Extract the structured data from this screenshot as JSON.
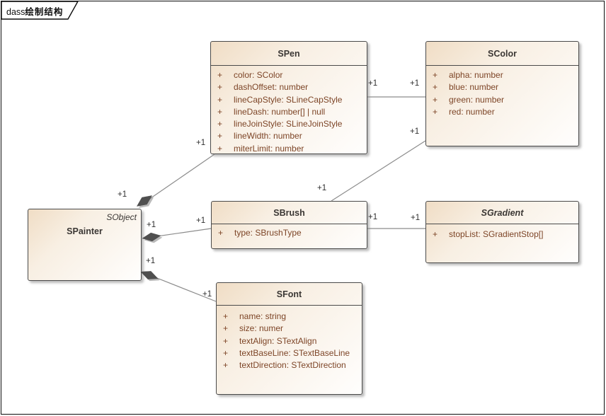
{
  "tab": {
    "prefix": "dass",
    "title": "绘制结构"
  },
  "ui": {
    "plus": "+"
  },
  "classes": {
    "spainter": {
      "name": "SPainter",
      "stereotype": "SObject",
      "attributes": []
    },
    "spen": {
      "name": "SPen",
      "attributes": [
        "color: SColor",
        "dashOffset: number",
        "lineCapStyle: SLineCapStyle",
        "lineDash: number[] | null",
        "lineJoinStyle: SLineJoinStyle",
        "lineWidth: number",
        "miterLimit: number"
      ]
    },
    "scolor": {
      "name": "SColor",
      "attributes": [
        "alpha: number",
        "blue: number",
        "green: number",
        "red: number"
      ]
    },
    "sbrush": {
      "name": "SBrush",
      "attributes": [
        "type: SBrushType"
      ]
    },
    "sgradient": {
      "name": "SGradient",
      "abstract": true,
      "attributes": [
        "stopList: SGradientStop[]"
      ]
    },
    "sfont": {
      "name": "SFont",
      "attributes": [
        "name: string",
        "size: numer",
        "textAlign: STextAlign",
        "textBaseLine: STextBaseLine",
        "textDirection: STextDirection"
      ]
    }
  },
  "relations": [
    {
      "id": "painter-pen",
      "type": "composition",
      "from": "SPainter",
      "to": "SPen",
      "from_label": "+1",
      "to_label": "+1"
    },
    {
      "id": "painter-brush",
      "type": "composition",
      "from": "SPainter",
      "to": "SBrush",
      "from_label": "+1",
      "to_label": "+1"
    },
    {
      "id": "painter-font",
      "type": "composition",
      "from": "SPainter",
      "to": "SFont",
      "from_label": "+1",
      "to_label": "+1"
    },
    {
      "id": "pen-color",
      "type": "association",
      "from": "SPen",
      "to": "SColor",
      "from_label": "+1",
      "to_label": "+1"
    },
    {
      "id": "brush-color",
      "type": "association",
      "from": "SBrush",
      "to": "SColor",
      "from_label": "+1",
      "to_label": "+1"
    },
    {
      "id": "brush-gradient",
      "type": "association",
      "from": "SBrush",
      "to": "SGradient",
      "from_label": "+1",
      "to_label": "+1"
    }
  ],
  "colors": {
    "box_border": "#4a4a4a",
    "attr_text": "#7d4527",
    "title_text": "#3b3734",
    "line": "#8c8c8c",
    "diamond": "#4f4f4f",
    "fill_tan": "#f0ddc5"
  }
}
